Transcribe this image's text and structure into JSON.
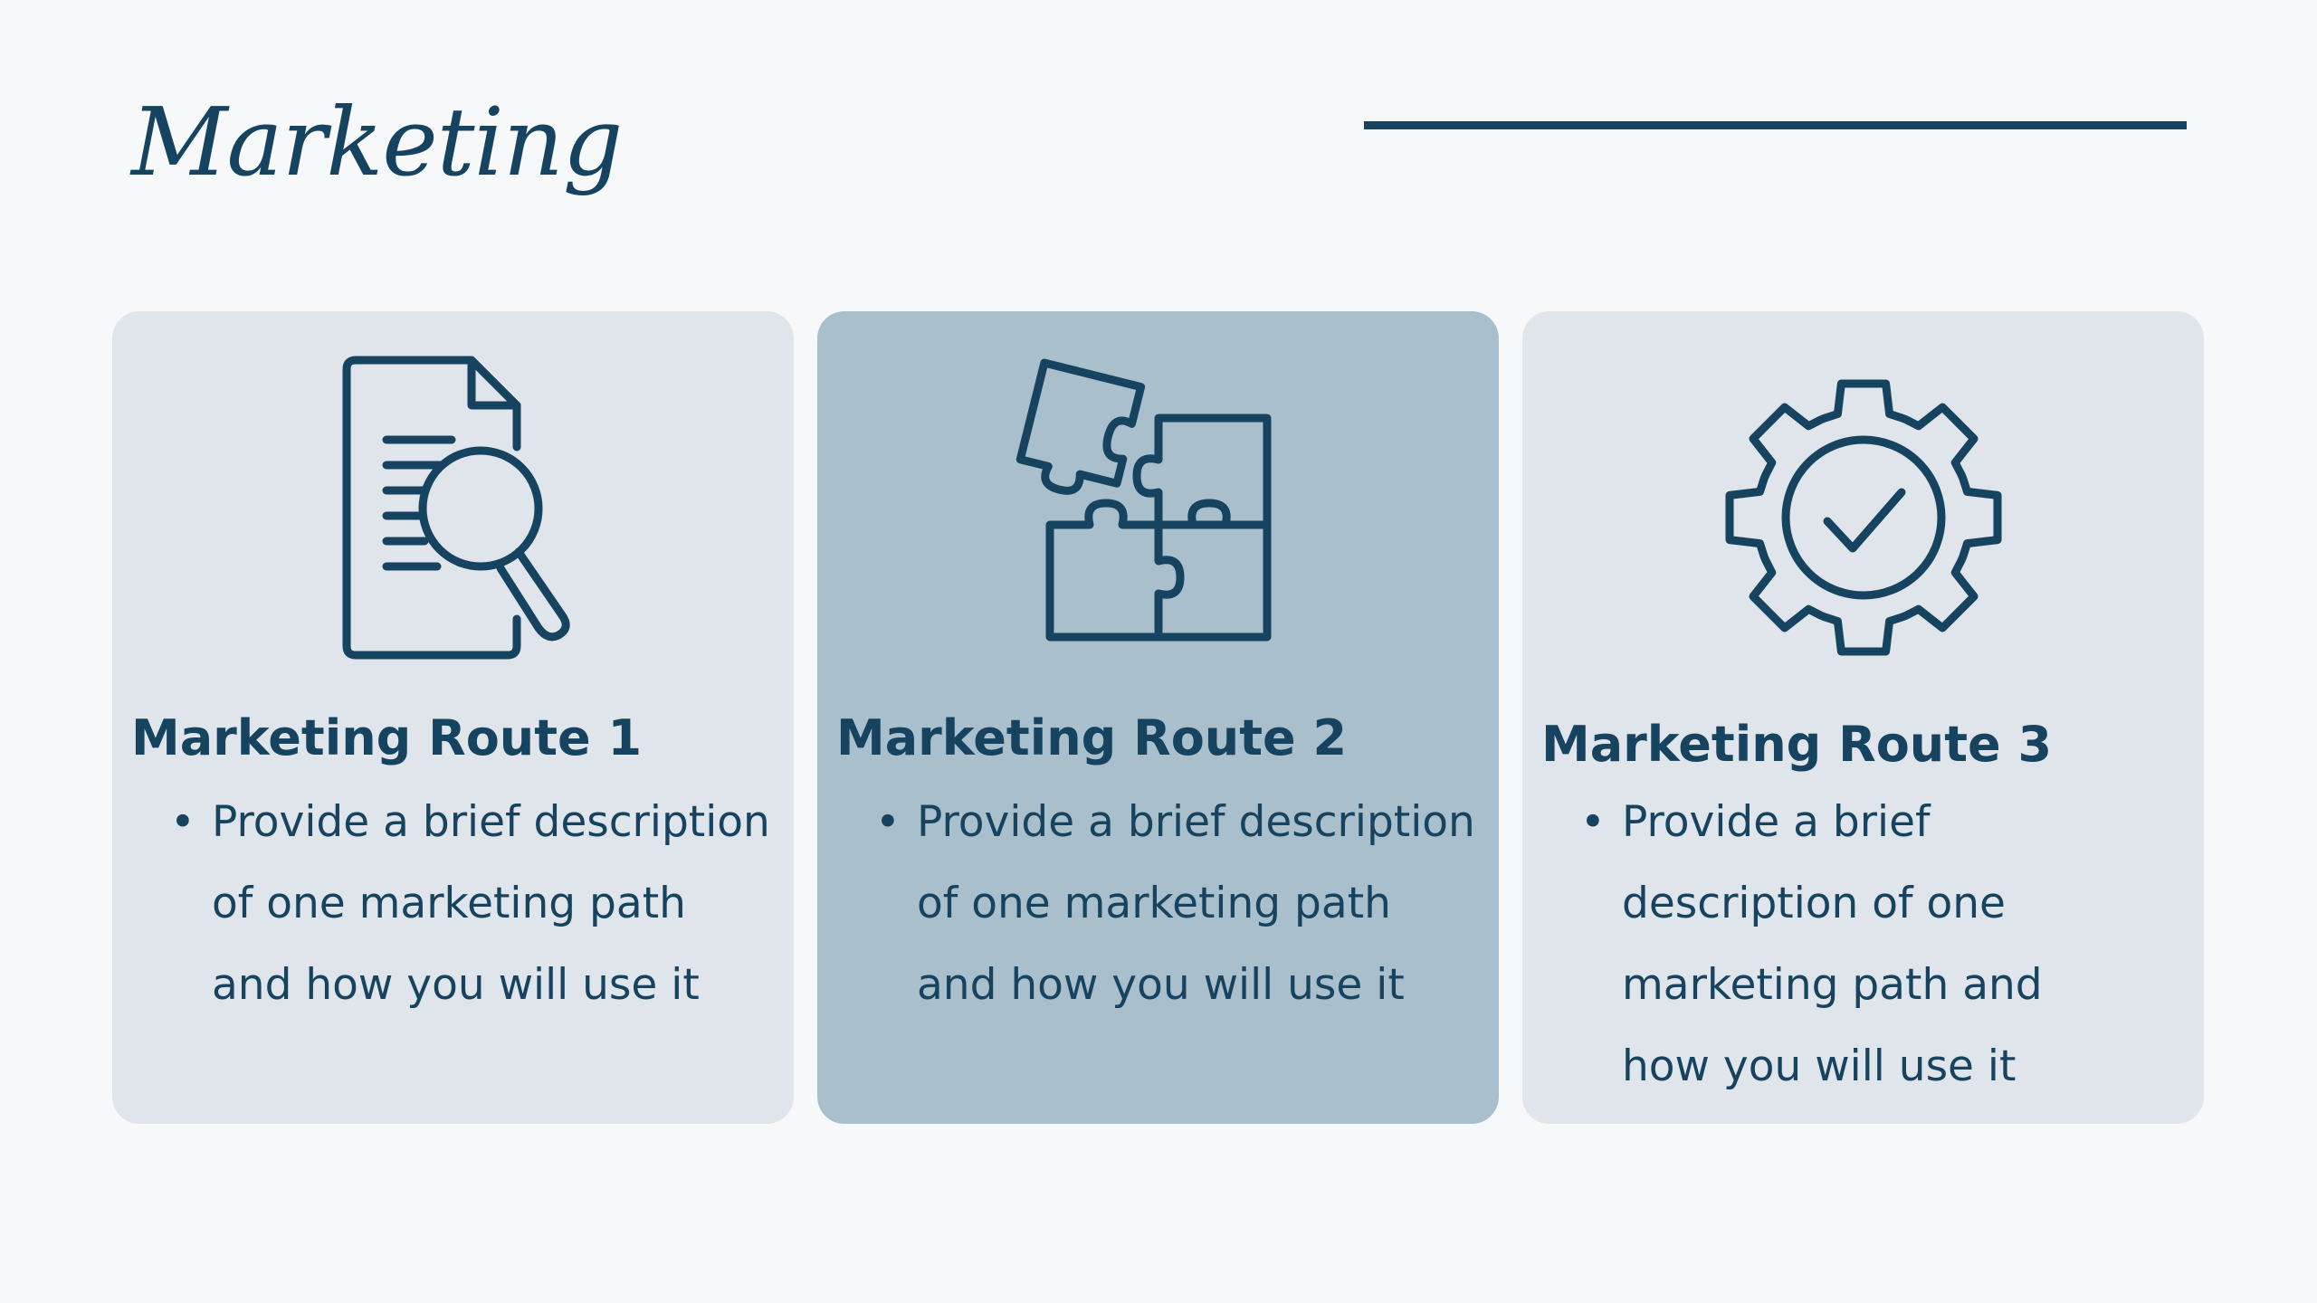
{
  "slide": {
    "title": "Marketing",
    "accent_color": "#16435f"
  },
  "cards": [
    {
      "icon": "document-search-icon",
      "title": "Marketing Route 1",
      "bullet": "Provide a brief description of one marketing path and how you will use it",
      "background": "#dfe5ea"
    },
    {
      "icon": "puzzle-pieces-icon",
      "title": "Marketing Route 2",
      "bullet": "Provide a brief description of one marketing path and how you will use it",
      "background": "#a9bfcc"
    },
    {
      "icon": "gear-check-icon",
      "title": "Marketing Route 3",
      "bullet": "Provide a brief description of one marketing path and how you will use it",
      "background": "#dfe5ea"
    }
  ]
}
